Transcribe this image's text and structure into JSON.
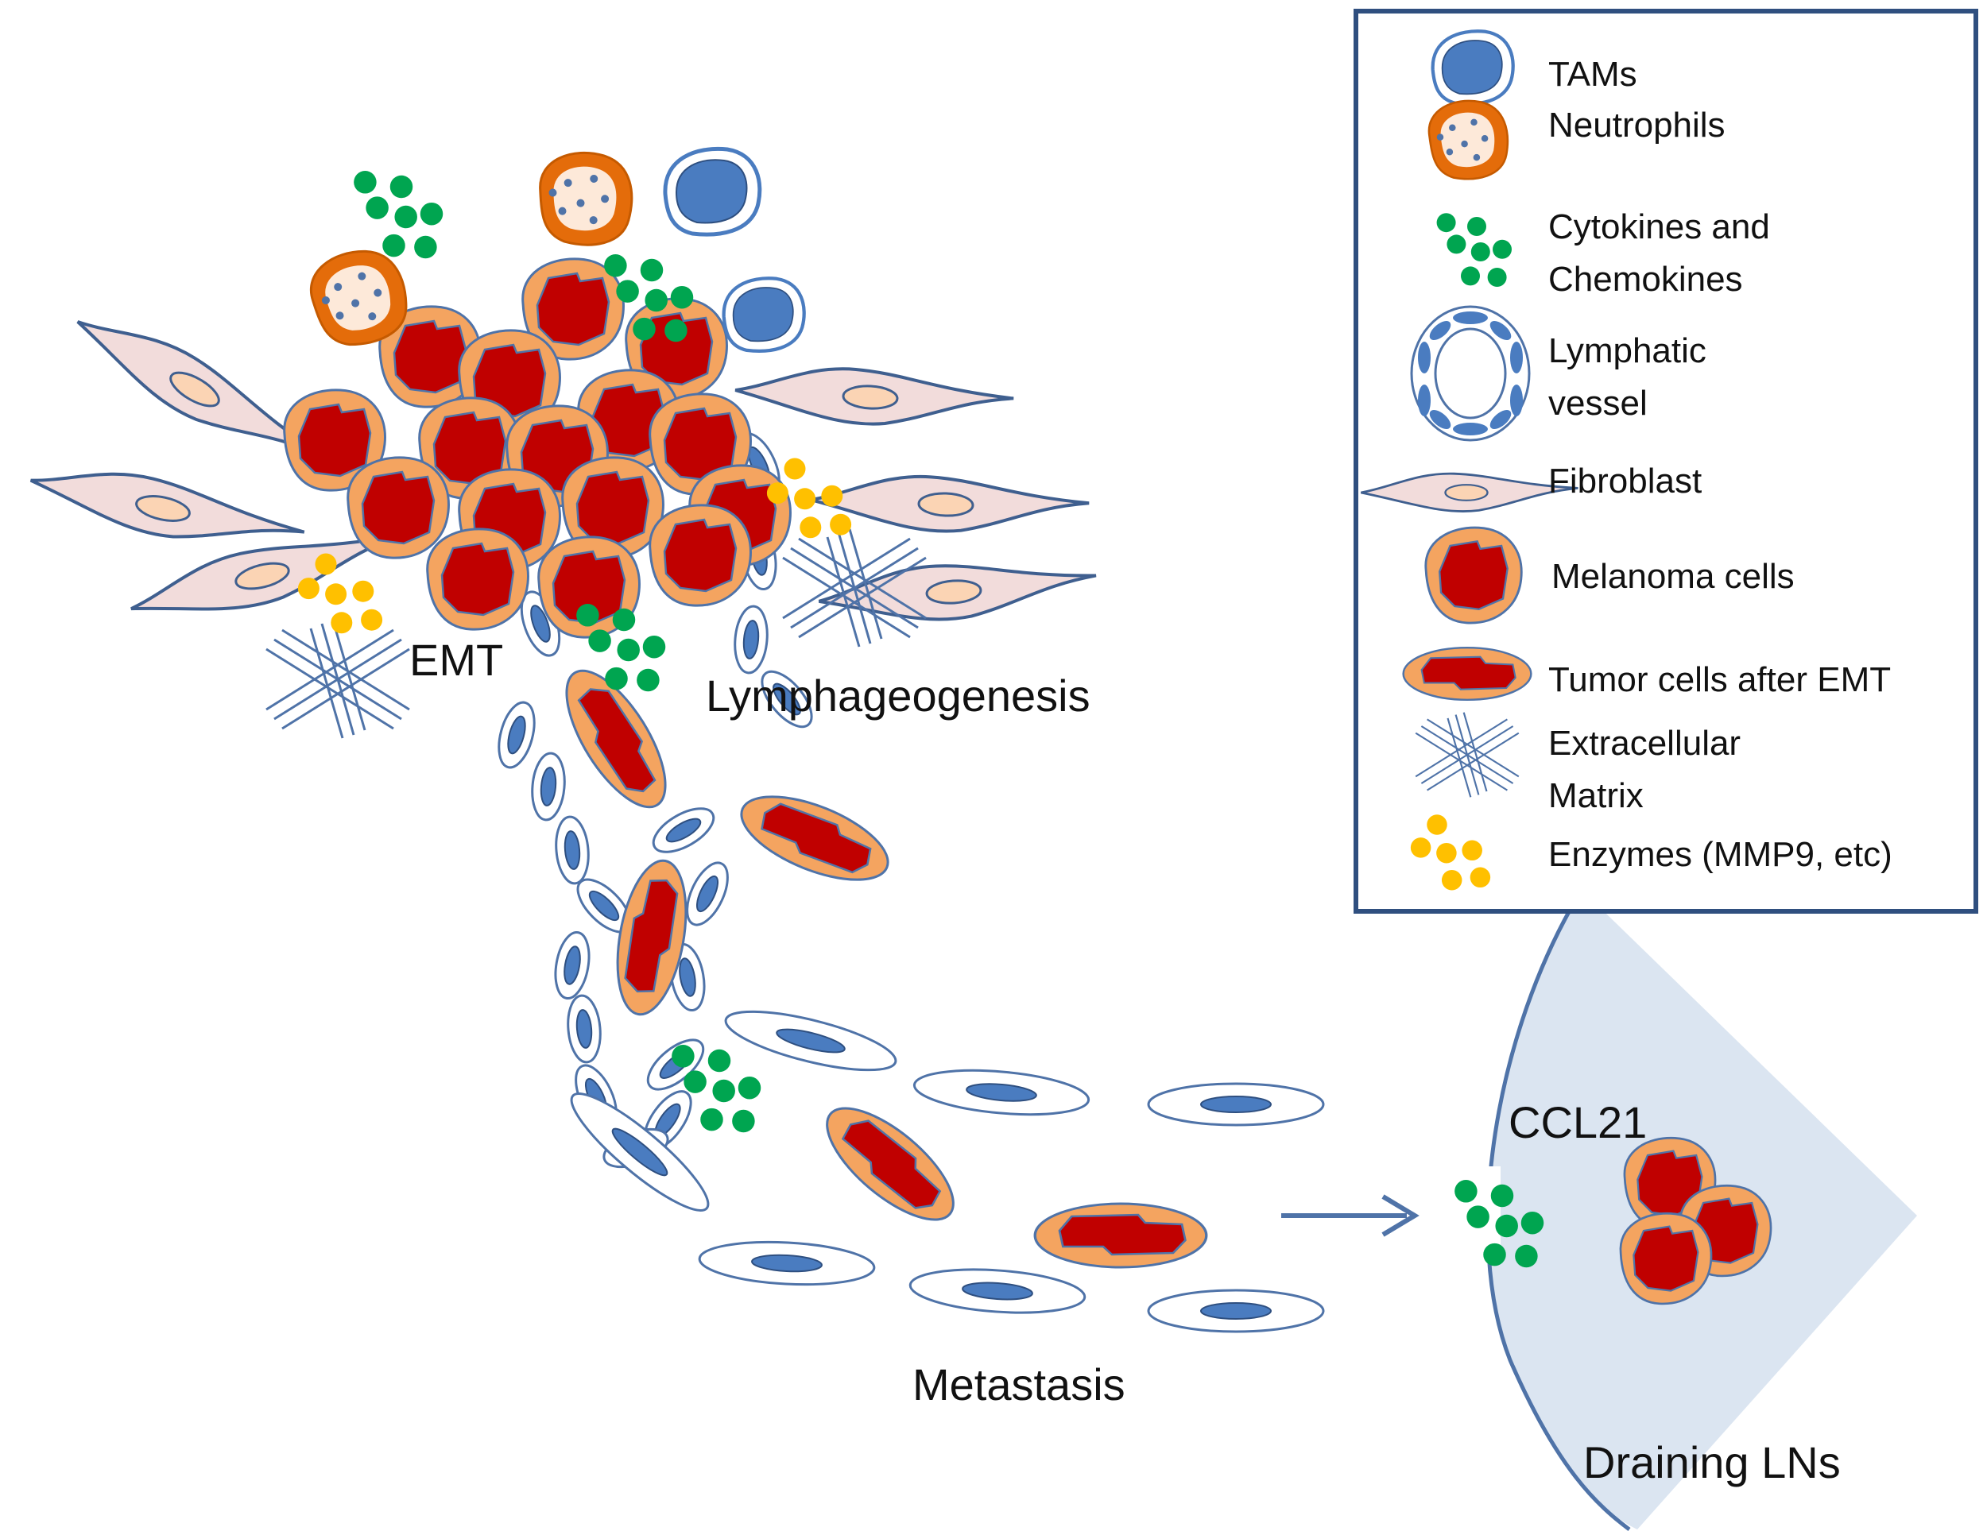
{
  "labels": {
    "emt": "EMT",
    "lymphangiogenesis": "Lymphageogenesis",
    "metastasis": "Metastasis",
    "ccl21": "CCL21",
    "draining_lns": "Draining LNs"
  },
  "legend": {
    "tams": "TAMs",
    "neutrophils": "Neutrophils",
    "cytokines_1": "Cytokines and",
    "cytokines_2": "Chemokines",
    "lymphatic_1": "Lymphatic",
    "lymphatic_2": "vessel",
    "fibroblast": "Fibroblast",
    "melanoma": "Melanoma cells",
    "tumor_emt": "Tumor cells after EMT",
    "ecm_1": "Extracellular",
    "ecm_2": "Matrix",
    "enzymes": "Enzymes (MMP9, etc)"
  },
  "colors": {
    "tumor_fill": "#c00000",
    "tumor_rim": "#f4a460",
    "outline": "#4f73a8",
    "tam": "#4a7cc0",
    "neutrophil": "#e46c0a",
    "cytokine": "#00a550",
    "enzyme": "#ffc000",
    "fibroblast": "#f2dcdb",
    "lymph_node": "#dbe5f1"
  }
}
